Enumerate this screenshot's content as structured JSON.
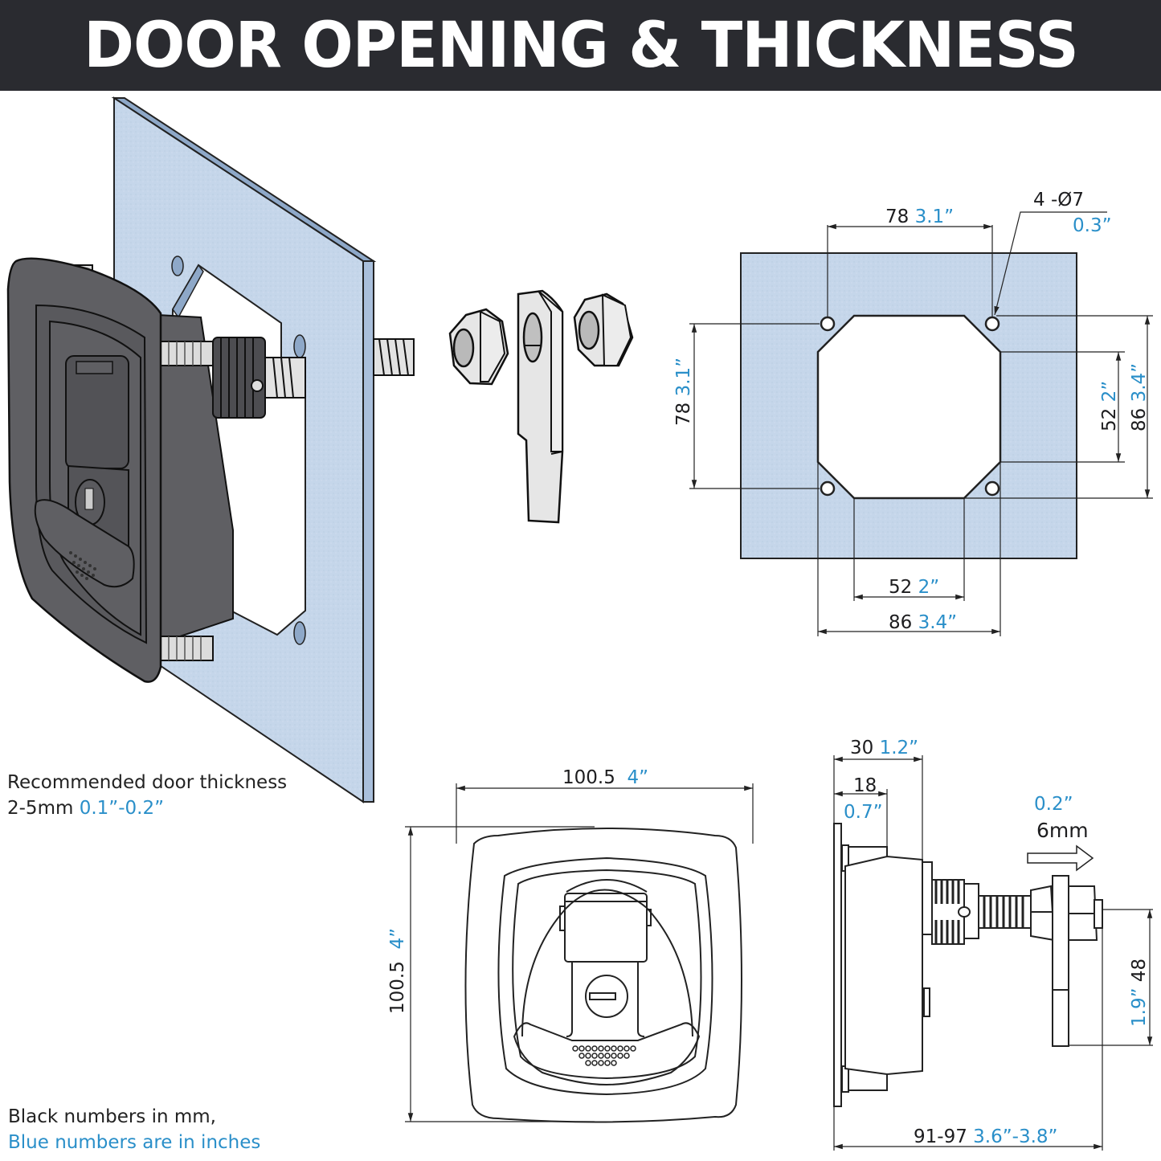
{
  "header": {
    "title": "DOOR OPENING & THICKNESS",
    "bg_color": "#2a2b30"
  },
  "colors": {
    "mm_text": "#1d1d1f",
    "inch_text": "#2a8fc9",
    "panel_fill": "#c5d6ea",
    "latch_body": "#5f5f63"
  },
  "door_thickness_note": {
    "line1": "Recommended door thickness",
    "range_mm": "2-5mm",
    "range_in": "0.1”-0.2”"
  },
  "legend": {
    "black": "Black numbers in mm,",
    "blue": "Blue numbers are in inches"
  },
  "cutout_template": {
    "hole_spacing_h": {
      "mm": "78",
      "in": "3.1”"
    },
    "hole_spec": {
      "mm": "4 -Ø7",
      "in": "0.3”"
    },
    "hole_spacing_v": {
      "mm": "78",
      "in": "3.1”"
    },
    "inner_height": {
      "mm": "52",
      "in": "2”"
    },
    "outer_height": {
      "mm": "86",
      "in": "3.4”"
    },
    "inner_width": {
      "mm": "52",
      "in": "2”"
    },
    "outer_width": {
      "mm": "86",
      "in": "3.4”"
    }
  },
  "front_view": {
    "width": {
      "mm": "100.5",
      "in": "4”"
    },
    "height": {
      "mm": "100.5",
      "in": "4”"
    }
  },
  "side_view": {
    "depth_body": {
      "mm": "30",
      "in": "1.2”"
    },
    "depth_studs": {
      "mm": "18",
      "in": "0.7”"
    },
    "cam_travel": {
      "mm": "6mm",
      "in": "0.2”"
    },
    "cam_length": {
      "mm": "48",
      "in": "1.9”"
    },
    "overall_depth": {
      "mm": "91-97",
      "in": "3.6”-3.8”"
    }
  },
  "icons": {
    "exploded_view": "latch-exploded-icon",
    "nut": "hex-nut-icon",
    "cam": "cam-bar-icon",
    "keyhole": "lock-cylinder-icon",
    "travel_arrow": "arrow-right-icon"
  }
}
